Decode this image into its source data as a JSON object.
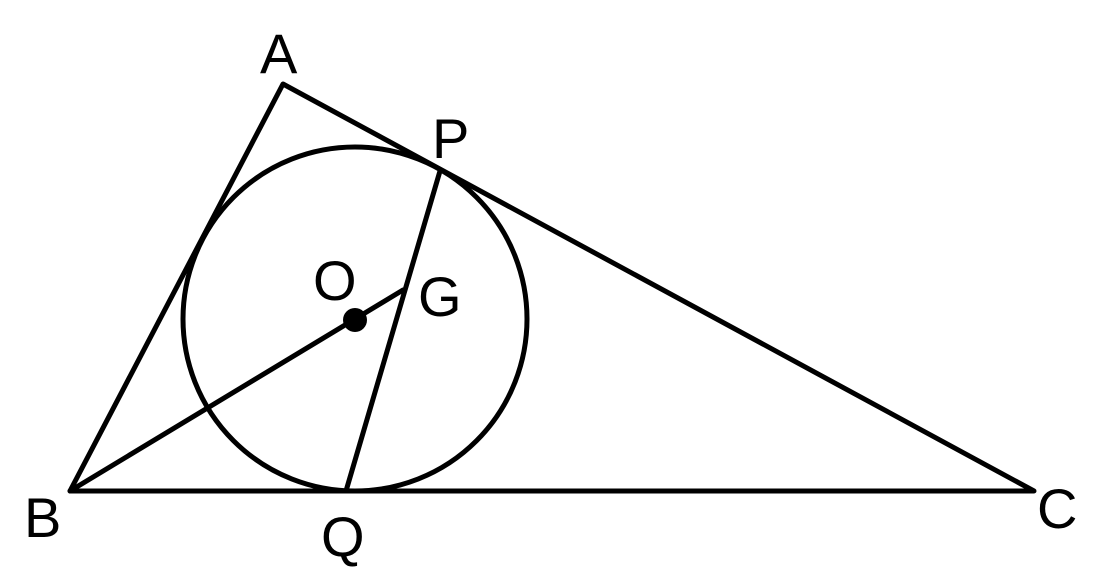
{
  "diagram": {
    "points": {
      "A": "A",
      "B": "B",
      "C": "C",
      "P": "P",
      "Q": "Q",
      "O": "O",
      "G": "G"
    },
    "colors": {
      "ink": "#000000",
      "background": "#ffffff"
    }
  }
}
